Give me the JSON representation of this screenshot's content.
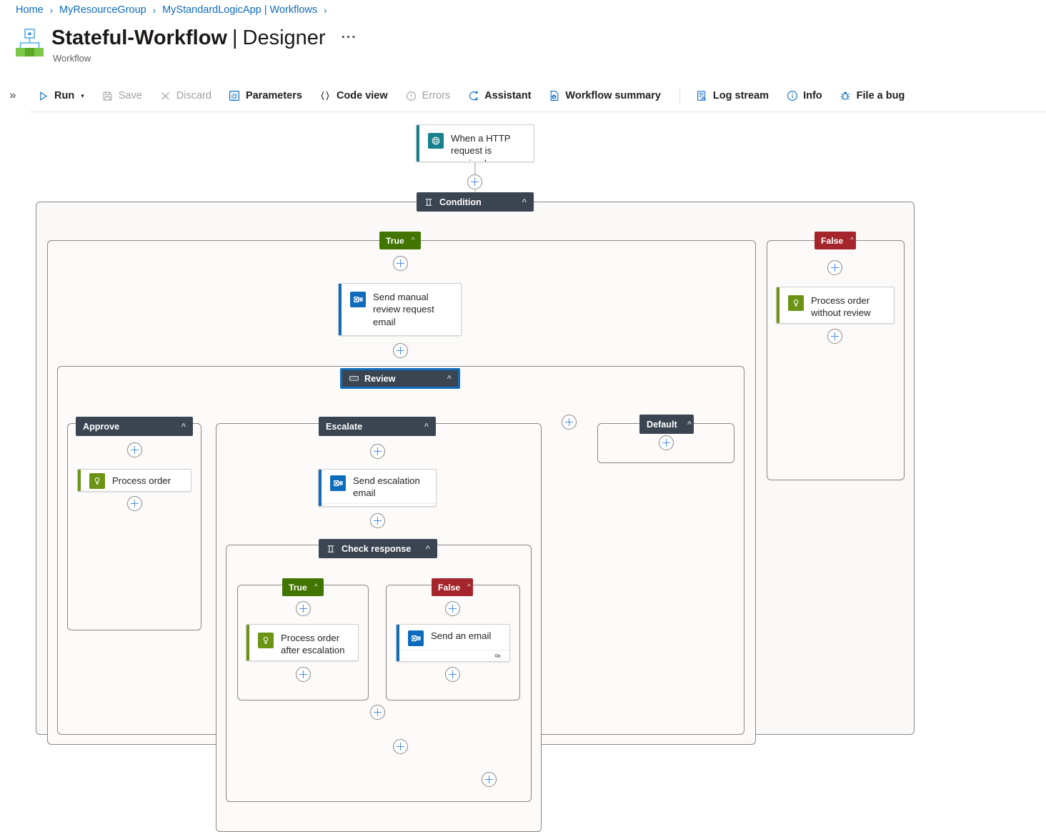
{
  "breadcrumb": {
    "items": [
      "Home",
      "MyResourceGroup",
      "MyStandardLogicApp | Workflows"
    ],
    "separator": "›"
  },
  "header": {
    "logo_icon": "workflow-logo-icon",
    "title_resource": "Stateful-Workflow",
    "title_divider": "|",
    "title_page": "Designer",
    "more_actions": "···",
    "subtitle": "Workflow"
  },
  "toolbar": {
    "expand_icon": "»",
    "items": [
      {
        "label": "Run",
        "icon": "play-icon",
        "caret": "∨",
        "disabled": false
      },
      {
        "label": "Save",
        "icon": "save-disk-icon",
        "disabled": true
      },
      {
        "label": "Discard",
        "icon": "close-x-icon",
        "disabled": true
      },
      {
        "label": "Parameters",
        "icon": "at-bracket-icon",
        "disabled": false
      },
      {
        "label": "Code view",
        "icon": "curly-braces-icon",
        "disabled": false
      },
      {
        "label": "Errors",
        "icon": "error-circle-icon",
        "disabled": true
      },
      {
        "label": "Assistant",
        "icon": "assistant-sparkle-icon",
        "disabled": false
      },
      {
        "label": "Workflow summary",
        "icon": "workflow-summary-icon",
        "disabled": false
      },
      {
        "label": "Log stream",
        "icon": "log-stream-icon",
        "disabled": false,
        "divider_before": true
      },
      {
        "label": "Info",
        "icon": "info-circle-icon",
        "disabled": false
      },
      {
        "label": "File a bug",
        "icon": "bug-icon",
        "disabled": false
      }
    ]
  },
  "colors": {
    "accent_blue": "#0f6cbd",
    "true_green": "#427500",
    "false_red": "#a4262c",
    "dark_header": "#3b4552",
    "trigger_teal": "#17808d",
    "outlook_blue": "#0f6cbd",
    "compose_green": "#6b9414"
  },
  "designer": {
    "trigger": {
      "label": "When a HTTP request is received",
      "icon": "http-request-icon",
      "accent": "#17808d"
    },
    "condition": {
      "label": "Condition",
      "icon": "condition-icon",
      "chevron": "⌃"
    },
    "condition_branches": {
      "true": {
        "label": "True",
        "chevron": "⌃"
      },
      "false": {
        "label": "False",
        "chevron": "⌃"
      }
    },
    "actions": {
      "send_manual_review": {
        "label": "Send manual review request email",
        "icon": "outlook-icon",
        "accent": "#0f6cbd",
        "has_connection": true,
        "connection_icon": "link-connection-icon"
      },
      "process_without_review": {
        "label": "Process order without review",
        "icon": "compose-icon",
        "accent": "#6b9414",
        "has_connection": false
      },
      "process_order": {
        "label": "Process order",
        "icon": "compose-icon",
        "accent": "#6b9414",
        "has_connection": false
      },
      "send_escalation_email": {
        "label": "Send escalation email",
        "icon": "outlook-icon",
        "accent": "#0f6cbd",
        "has_connection": true,
        "connection_icon": "link-connection-icon"
      },
      "process_after_escalation": {
        "label": "Process order after escalation",
        "icon": "compose-icon",
        "accent": "#6b9414",
        "has_connection": false
      },
      "send_an_email": {
        "label": "Send an email",
        "icon": "outlook-icon",
        "accent": "#0f6cbd",
        "has_connection": true,
        "connection_icon": "link-connection-icon"
      }
    },
    "switch": {
      "label": "Review",
      "icon": "switch-icon",
      "chevron": "⌃",
      "selected": true,
      "cases": [
        {
          "label": "Approve",
          "chevron": "⌃"
        },
        {
          "label": "Escalate",
          "chevron": "⌃"
        },
        {
          "label": "Default",
          "chevron": "⌃"
        }
      ]
    },
    "check_response": {
      "label": "Check response",
      "icon": "condition-icon",
      "chevron": "⌃",
      "branches": {
        "true": {
          "label": "True",
          "chevron": "⌃"
        },
        "false": {
          "label": "False",
          "chevron": "⌃"
        }
      }
    },
    "add_step_label": "+"
  }
}
